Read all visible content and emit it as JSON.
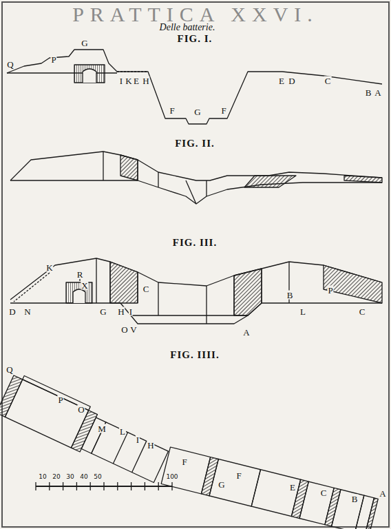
{
  "diagram": {
    "title": "PRATTICA XXVI.",
    "labels": [
      "Delle batterie.",
      "FIG. I.",
      "Q",
      "P",
      "G",
      "I",
      "K",
      "E",
      "H",
      "F",
      "G",
      "F",
      "E",
      "D",
      "C",
      "B",
      "A",
      "FIG. II.",
      "FIG. III.",
      "K",
      "R",
      "X",
      "D",
      "N",
      "G",
      "H",
      "I",
      "C",
      "O",
      "V",
      "A",
      "B",
      "L",
      "P",
      "C",
      "FIG. IIII.",
      "Q",
      "P",
      "O",
      "M",
      "L",
      "I",
      "H",
      "F",
      "G",
      "F",
      "E",
      "C",
      "B",
      "A",
      "10",
      "20",
      "30",
      "40",
      "50",
      "100"
    ]
  }
}
